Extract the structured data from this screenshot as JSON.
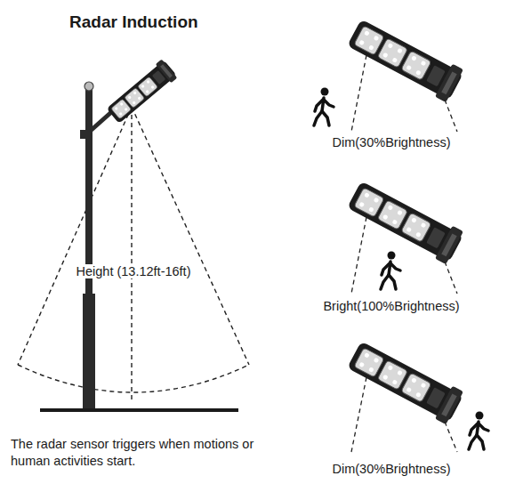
{
  "diagram": {
    "title": "Radar Induction",
    "caption": "The radar sensor triggers when motions or human activities start.",
    "labels": [
      "Height (13.12ft-16ft)",
      "Dim(30%Brightness)",
      "Bright(100%Brightness)",
      "Dim(30%Brightness)"
    ]
  }
}
